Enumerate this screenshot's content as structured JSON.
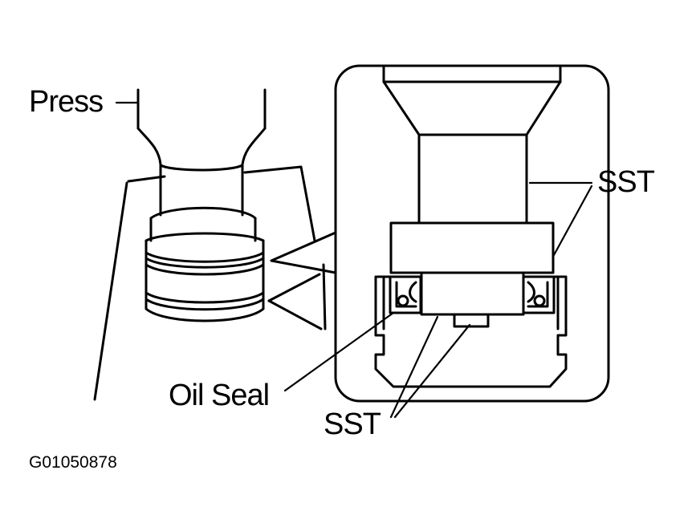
{
  "labels": {
    "press": "Press",
    "sst_top": "SST",
    "oil_seal": "Oil Seal",
    "sst_bottom": "SST",
    "figure_code": "G01050878"
  },
  "colors": {
    "ink": "#000000",
    "paper": "#ffffff"
  }
}
